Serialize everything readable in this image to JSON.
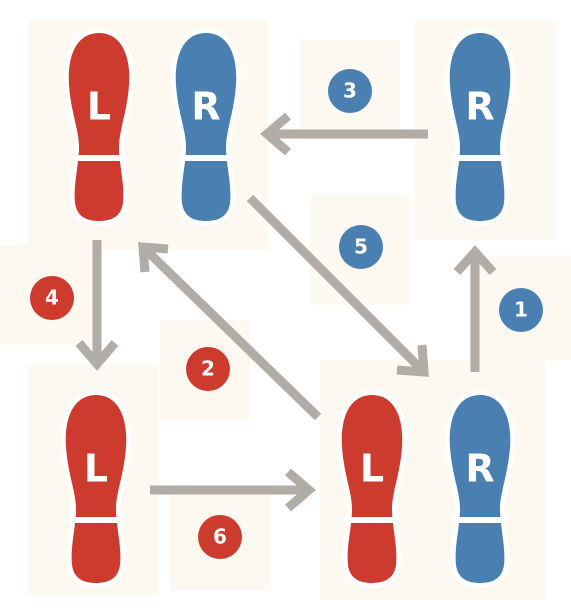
{
  "colors": {
    "left": "#cc3b2e",
    "right": "#4a7fb2",
    "arrow": "#b2aca6",
    "background_patch": "#fdf8f0",
    "outline": "#ffffff"
  },
  "footprints": [
    {
      "id": "start-left",
      "foot": "left",
      "letter": "L"
    },
    {
      "id": "start-right",
      "foot": "right",
      "letter": "R"
    },
    {
      "id": "top-right",
      "foot": "right",
      "letter": "R"
    },
    {
      "id": "bottom-left",
      "foot": "left",
      "letter": "L"
    },
    {
      "id": "bottom-mid-left",
      "foot": "left",
      "letter": "L"
    },
    {
      "id": "bottom-right",
      "foot": "right",
      "letter": "R"
    }
  ],
  "steps": [
    {
      "number": "1",
      "foot": "right"
    },
    {
      "number": "2",
      "foot": "left"
    },
    {
      "number": "3",
      "foot": "right"
    },
    {
      "number": "4",
      "foot": "left"
    },
    {
      "number": "5",
      "foot": "right"
    },
    {
      "number": "6",
      "foot": "left"
    }
  ]
}
